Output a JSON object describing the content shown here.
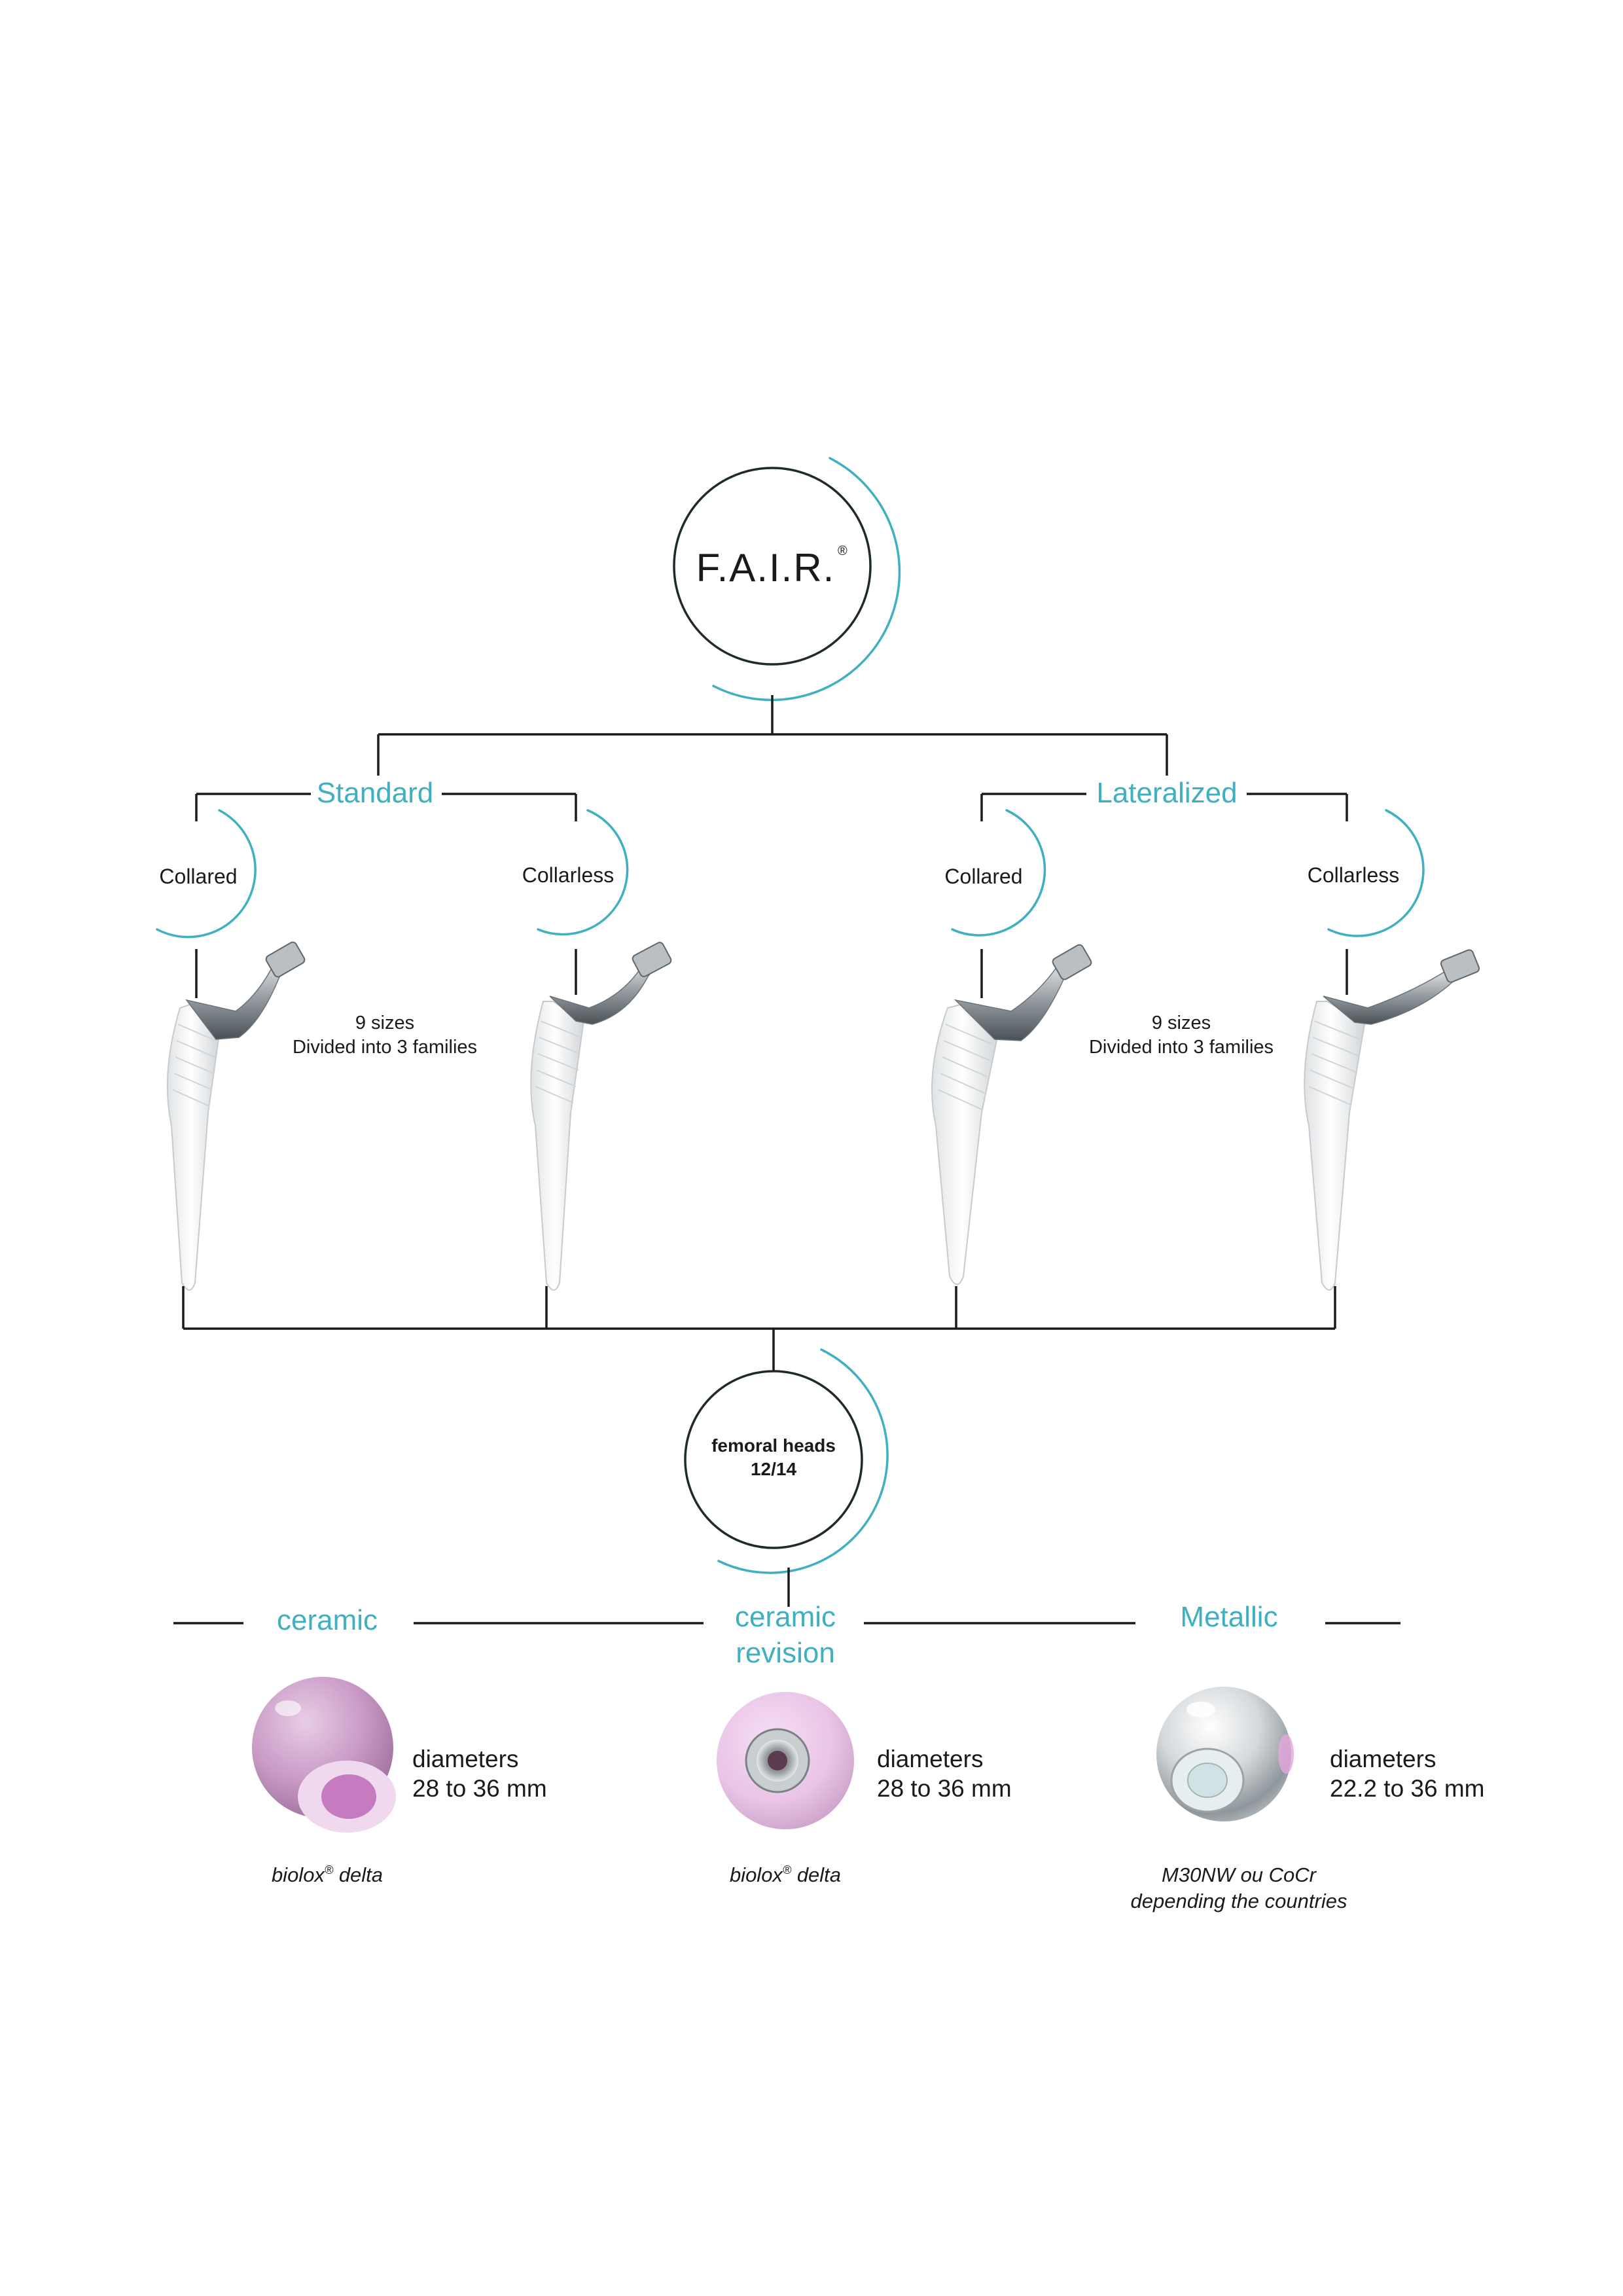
{
  "root": {
    "label": "F.A.I.R.",
    "mark": "®"
  },
  "families": [
    {
      "name": "Standard",
      "variants": [
        "Collared",
        "Collarless"
      ],
      "sizes_line1": "9 sizes",
      "sizes_line2": "Divided into 3 families"
    },
    {
      "name": "Lateralized",
      "variants": [
        "Collared",
        "Collarless"
      ],
      "sizes_line1": "9 sizes",
      "sizes_line2": "Divided into 3 families"
    }
  ],
  "heads_node": {
    "line1": "femoral heads",
    "line2": "12/14"
  },
  "head_types": [
    {
      "name_lines": [
        "ceramic"
      ],
      "diam_label": "diameters",
      "diam_range": "28 to 36 mm",
      "material": "biolox",
      "material_mark": "®",
      "material_suffix": " delta",
      "material_line2": ""
    },
    {
      "name_lines": [
        "ceramic",
        "revision"
      ],
      "diam_label": "diameters",
      "diam_range": "28 to 36 mm",
      "material": "biolox",
      "material_mark": "®",
      "material_suffix": " delta",
      "material_line2": ""
    },
    {
      "name_lines": [
        "Metallic"
      ],
      "diam_label": "diameters",
      "diam_range": "22.2 to 36 mm",
      "material": "M30NW ou CoCr",
      "material_mark": "",
      "material_suffix": "",
      "material_line2": "depending the countries"
    }
  ],
  "colors": {
    "accent": "#3fb0c0",
    "line": "#1a1a1a",
    "ceramic_pink": "#c99ac6",
    "revision_pink": "#e9c4e7",
    "metal": "#d9dde0"
  },
  "icons": {
    "stem": "femoral-stem-illustration",
    "ceramic_head": "ceramic-head-illustration",
    "revision_head": "ceramic-revision-head-illustration",
    "metal_head": "metallic-head-illustration"
  }
}
